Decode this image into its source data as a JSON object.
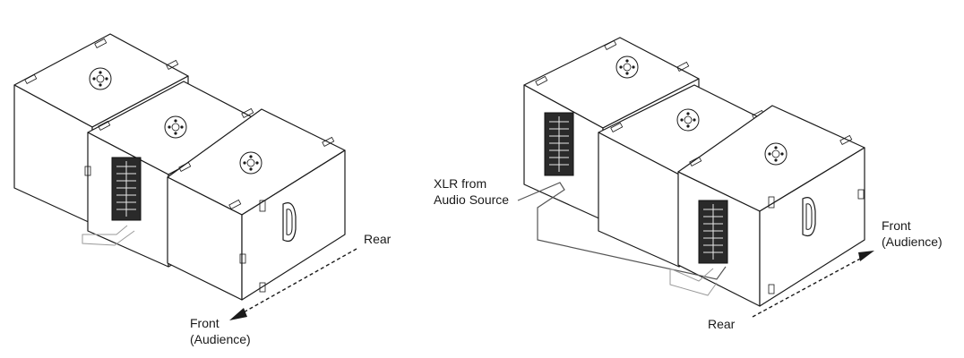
{
  "left_diagram": {
    "rear_label": "Rear",
    "front_label_line1": "Front",
    "front_label_line2": "(Audience)"
  },
  "right_diagram": {
    "xlr_label_line1": "XLR from",
    "xlr_label_line2": "Audio Source",
    "front_label_line1": "Front",
    "front_label_line2": "(Audience)",
    "rear_label": "Rear"
  }
}
